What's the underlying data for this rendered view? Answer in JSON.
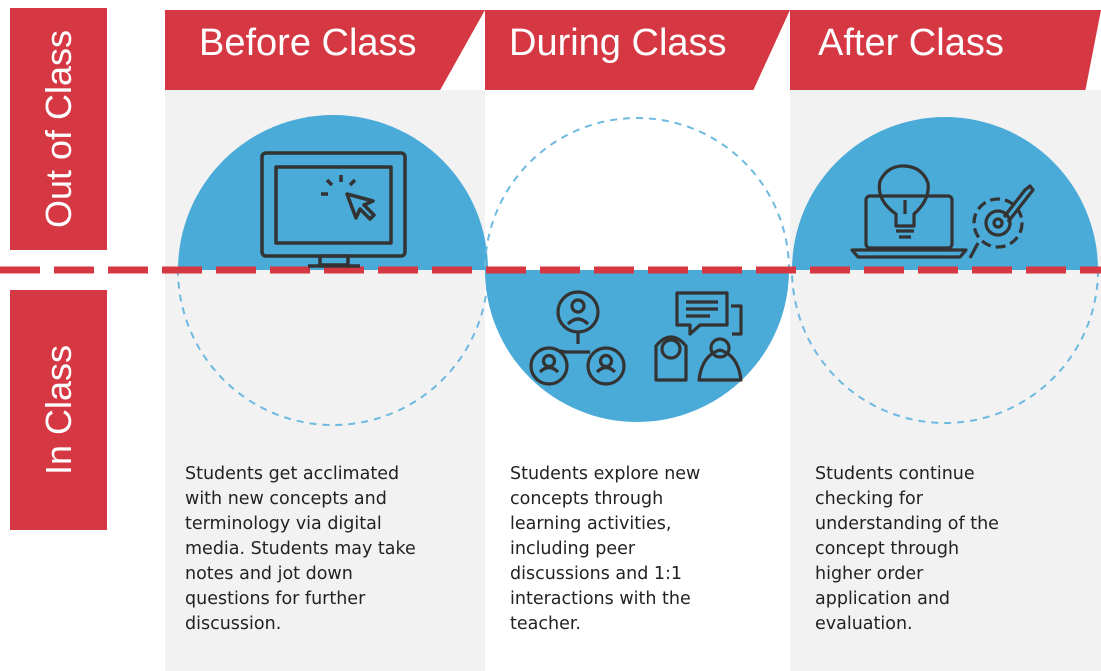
{
  "colors": {
    "red": "#d63843",
    "blue": "#4aaad8",
    "grey_bg": "#f2f2f2",
    "icon": "#333333"
  },
  "side_labels": {
    "top": "Out of Class",
    "bottom": "In Class"
  },
  "columns": [
    {
      "title": "Before Class",
      "icon": "computer-monitor-icon",
      "description": [
        "Students get acclimated",
        "with new concepts and",
        "terminology via digital",
        "media. Students may take",
        "notes and jot down",
        "questions for further",
        "discussion."
      ]
    },
    {
      "title": "During Class",
      "icon": "peer-group-discussion-icon",
      "description": [
        "Students explore new",
        "concepts through",
        "learning activities,",
        "including peer",
        "discussions and 1:1",
        "interactions with the",
        "teacher."
      ]
    },
    {
      "title": "After Class",
      "icon": "laptop-lightbulb-gear-icon",
      "description": [
        "Students continue",
        "checking for",
        "understanding of the",
        "concept through",
        "higher order",
        "application and",
        "evaluation."
      ]
    }
  ]
}
